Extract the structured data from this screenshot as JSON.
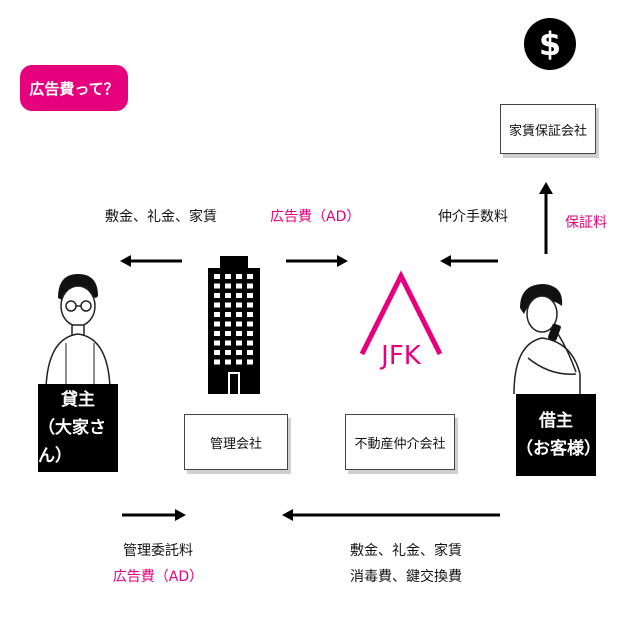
{
  "badge": "広告費って？",
  "nodes": {
    "landlord_line1": "貸主",
    "landlord_line2": "（大家さん）",
    "management_company": "管理会社",
    "real_estate_agent": "不動産仲介会社",
    "agent_logo": "JFK",
    "tenant_line1": "借主",
    "tenant_line2": "（お客様）",
    "guarantor": "家賃保証会社"
  },
  "flows": {
    "top_left": "敷金、礼金、家賃",
    "top_middle": "広告費（AD）",
    "top_right": "仲介手数料",
    "guarantee_fee": "保証料",
    "bottom_left_line1": "管理委託料",
    "bottom_left_line2": "広告費（AD）",
    "bottom_right_line1": "敷金、礼金、家賃",
    "bottom_right_line2": "消毒費、鍵交換費"
  },
  "icons": [
    "dollar-icon",
    "building-icon",
    "house-roof-icon",
    "landlord-person-icon",
    "tenant-person-icon"
  ],
  "colors": {
    "accent": "#e6007e",
    "text": "#111111",
    "box_black": "#000000"
  }
}
